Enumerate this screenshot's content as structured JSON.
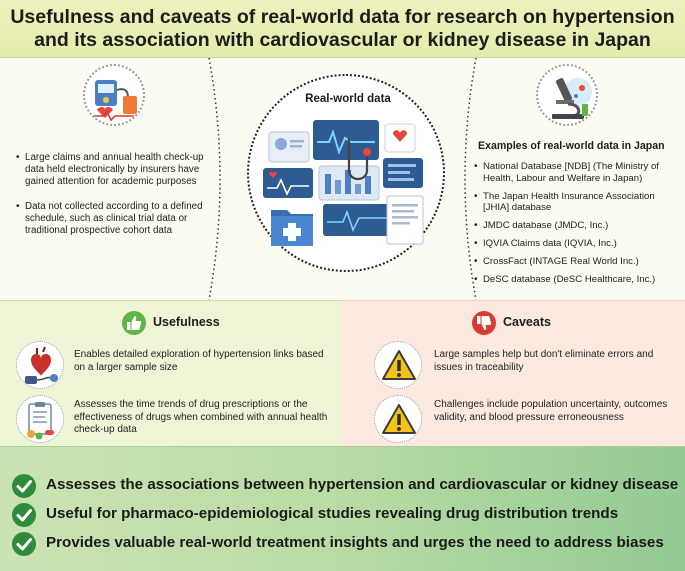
{
  "title": {
    "line1": "Usefulness and caveats of real-world data for research on hypertension",
    "line2": "and its association with cardiovascular or kidney disease in Japan"
  },
  "left_panel": {
    "bullets": [
      "Large claims and annual health check-up data held electronically by insurers have gained attention for academic purposes",
      "Data not collected according to a defined schedule, such as clinical trial data or traditional prospective cohort data"
    ]
  },
  "center": {
    "title": "Real-world data"
  },
  "right_panel": {
    "heading": "Examples of real-world data in Japan",
    "items": [
      "National Database [NDB] (The Ministry of Health, Labour and Welfare in Japan)",
      "The Japan Health Insurance Association [JHIA] database",
      "JMDC database (JMDC, Inc.)",
      "IQVIA Claims data (IQVIA, Inc.)",
      "CrossFact (INTAGE Real World Inc.)",
      "DeSC database (DeSC Healthcare, Inc.)"
    ]
  },
  "usefulness": {
    "heading": "Usefulness",
    "items": [
      "Enables detailed exploration of hypertension links based on a larger sample size",
      "Assesses the time trends of drug prescriptions or the effectiveness of drugs when combined with annual health check-up data"
    ]
  },
  "caveats": {
    "heading": "Caveats",
    "items": [
      "Large samples help but don't eliminate errors and issues in traceability",
      "Challenges include population uncertainty, outcomes validity, and blood pressure erroneousness"
    ]
  },
  "conclusions": [
    "Assesses the associations between hypertension and cardiovascular or kidney disease",
    "Useful for pharmaco-epidemiological studies revealing drug distribution trends",
    "Provides valuable real-world treatment insights and urges the need to address biases"
  ],
  "colors": {
    "thumbs_up_green": "#5fb544",
    "thumbs_down_red": "#d93a31",
    "check_green": "#2e8b3a",
    "warning_yellow": "#f3c21b"
  },
  "icons": {
    "top_left": "blood-pressure-monitor-icon",
    "top_right": "microscope-icon",
    "center": "medical-dashboard-icon",
    "usefulness_head": "thumbs-up-icon",
    "caveats_head": "thumbs-down-icon",
    "usefulness_item_1": "heart-blood-pressure-icon",
    "usefulness_item_2": "prescription-clipboard-icon",
    "caveat_items": "warning-icon",
    "conclusions": "checkmark-icon"
  }
}
